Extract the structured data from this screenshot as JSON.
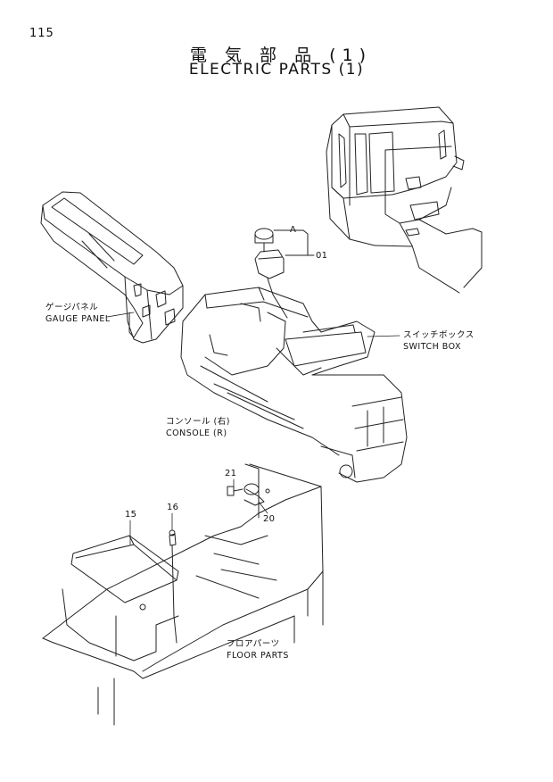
{
  "page_number": "115",
  "title": {
    "japanese": "電 気 部 品 (1)",
    "english": "ELECTRIC PARTS (1)"
  },
  "labels": {
    "gauge_panel": {
      "jp": "ゲージパネル",
      "en": "GAUGE PANEL"
    },
    "switch_box": {
      "jp": "スイッチボックス",
      "en": "SWITCH BOX"
    },
    "console_r": {
      "jp": "コンソール (右)",
      "en": "CONSOLE (R)"
    },
    "floor_parts": {
      "jp": "フロアパーツ",
      "en": "FLOOR PARTS"
    }
  },
  "callouts": {
    "a": "A",
    "p01": "01",
    "p21": "21",
    "p20": "20",
    "p15": "15",
    "p16": "16"
  }
}
